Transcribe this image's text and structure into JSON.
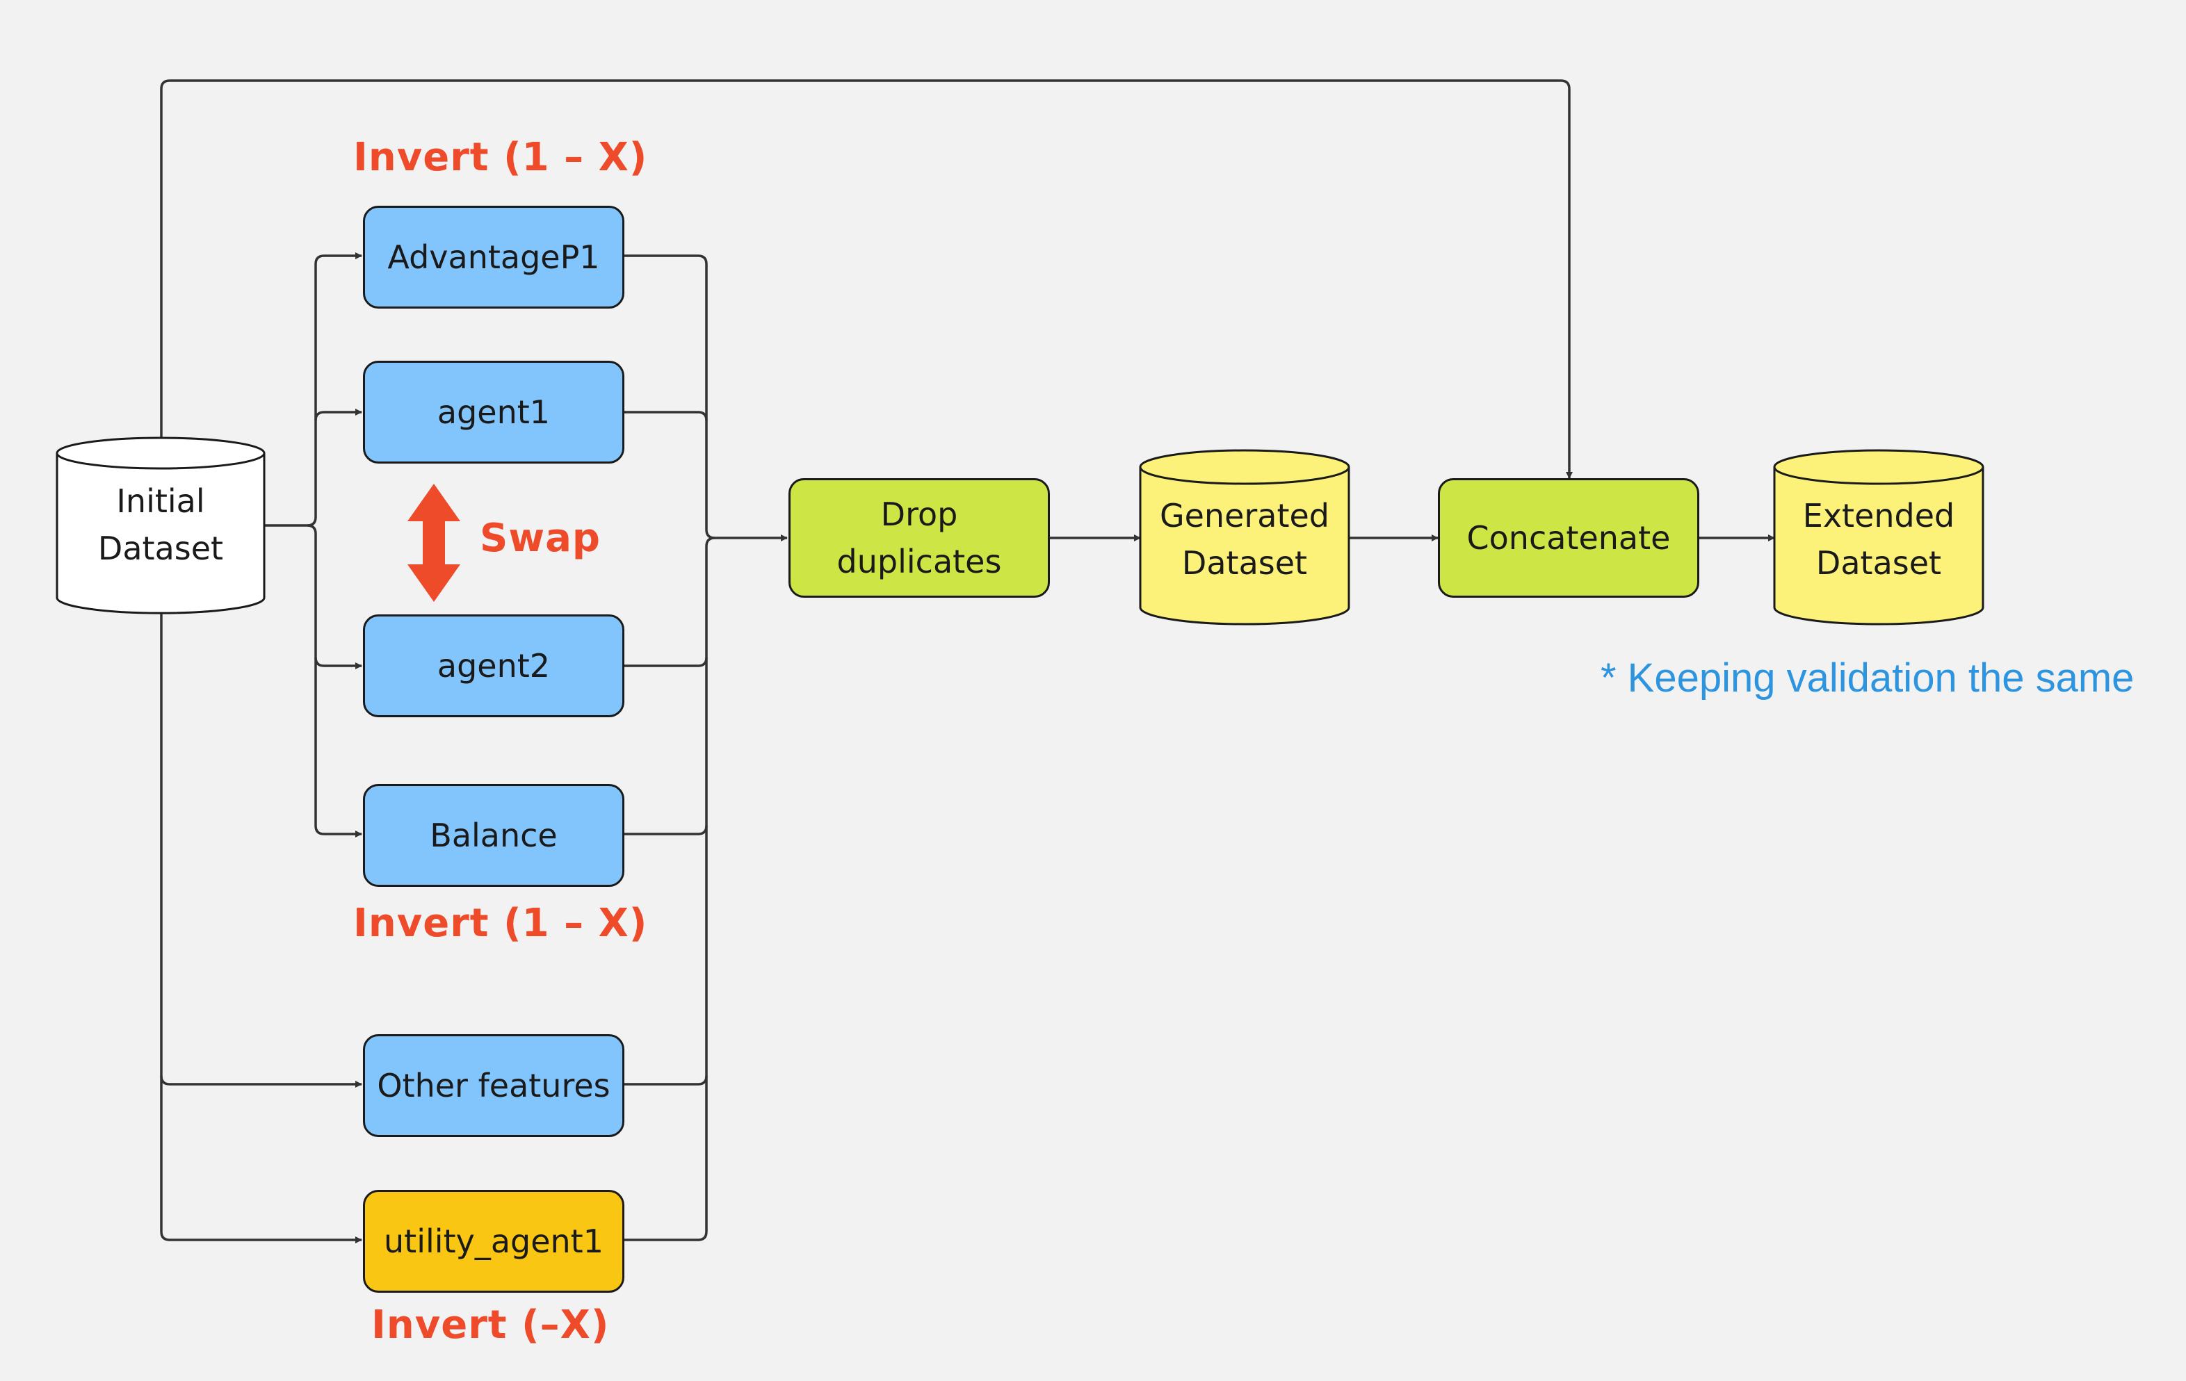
{
  "nodes": {
    "initial_dataset": "Initial\nDataset",
    "advantage_p1": "AdvantageP1",
    "agent1": "agent1",
    "agent2": "agent2",
    "balance": "Balance",
    "other_features": "Other features",
    "utility_agent1": "utility_agent1",
    "drop_duplicates": "Drop\nduplicates",
    "generated_dataset": "Generated\nDataset",
    "concatenate": "Concatenate",
    "extended_dataset": "Extended\nDataset"
  },
  "annotations": {
    "invert_top": "Invert (1 – X)",
    "swap": "Swap",
    "invert_middle": "Invert (1 – X)",
    "invert_bottom": "Invert (–X)",
    "note": "* Keeping validation the same"
  },
  "colors": {
    "process_blue": "#82c5fd",
    "process_green": "#cde645",
    "process_orange": "#f8c613",
    "dataset_yellow": "#fcf27a",
    "dataset_white": "#ffffff",
    "annotation_red": "#ee4b2b",
    "note_blue": "#2d94df",
    "edge": "#333333"
  }
}
